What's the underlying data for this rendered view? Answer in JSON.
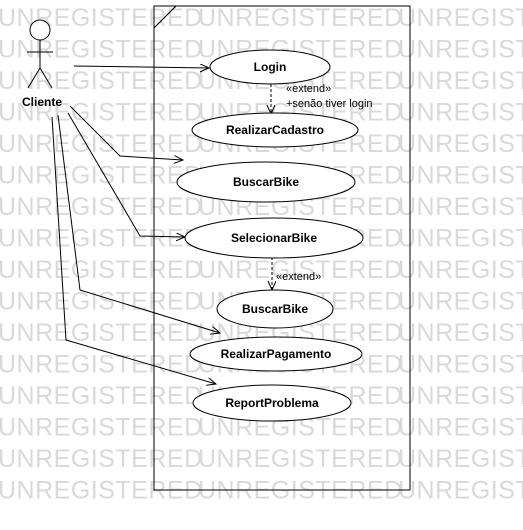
{
  "watermark": "UNREGISTERED",
  "actor": {
    "name": "Cliente"
  },
  "use_cases": [
    {
      "id": "login",
      "label": "Login"
    },
    {
      "id": "realizar-cadastro",
      "label": "RealizarCadastro"
    },
    {
      "id": "buscar-bike-1",
      "label": "BuscarBike"
    },
    {
      "id": "selecionar-bike",
      "label": "SelecionarBike"
    },
    {
      "id": "buscar-bike-2",
      "label": "BuscarBike"
    },
    {
      "id": "realizar-pagamento",
      "label": "RealizarPagamento"
    },
    {
      "id": "report-problema",
      "label": "ReportProblema"
    }
  ],
  "relations": [
    {
      "type": "extend",
      "label": "«extend»",
      "note": "+senão tiver login"
    },
    {
      "type": "extend",
      "label": "«extend»"
    }
  ]
}
